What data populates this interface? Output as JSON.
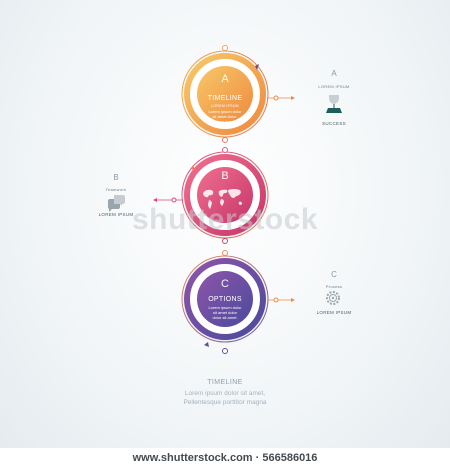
{
  "steps": [
    {
      "letter": "A",
      "title": "TIMELINE",
      "subtitle": "LOREM IPSUM",
      "body": [
        "Lorem ipsum dolor",
        "sit amet dolor.",
        "lorem ipsum"
      ],
      "side": {
        "letter": "A",
        "small": "LOREM IPSUM",
        "label": "SUCCESS",
        "icon": "trophy-icon"
      },
      "colors": [
        "#f7c86a",
        "#ef8a3e"
      ]
    },
    {
      "letter": "B",
      "title": "",
      "subtitle": "",
      "body": [],
      "side": {
        "letter": "B",
        "small": "Teamwork",
        "label": "LOREM IPSUM",
        "icon": "chat-bubbles-icon"
      },
      "colors": [
        "#ef6f8e",
        "#c7366b"
      ],
      "icon": "world-map-icon"
    },
    {
      "letter": "C",
      "title": "OPTIONS",
      "subtitle": "",
      "body": [
        "Lorem ipsum dolor",
        "sit amet dolor",
        "dolor sit amet."
      ],
      "side": {
        "letter": "C",
        "small": "Process",
        "label": "LOREM IPSUM",
        "icon": "gear-icon"
      },
      "colors": [
        "#8e55a8",
        "#4a4a9e"
      ]
    }
  ],
  "footer": {
    "title": "TIMELINE",
    "line1": "Lorem ipsum dolor sit amet,",
    "line2": "Pellentesque porttitor magna"
  },
  "watermark": {
    "overlay": "shutterstock",
    "url": "www.shutterstock.com · 566586016"
  }
}
